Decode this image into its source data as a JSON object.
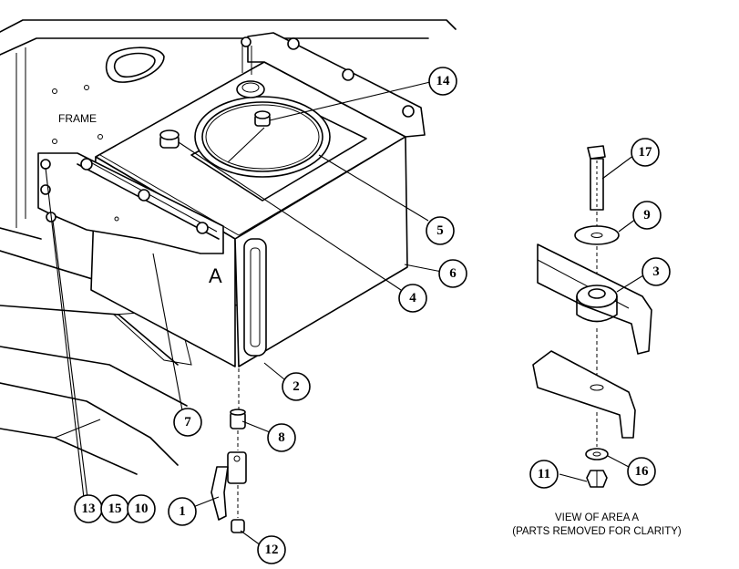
{
  "labels": {
    "frame": "FRAME",
    "area_marker": "A",
    "view_title": "VIEW OF AREA A",
    "view_note": "(PARTS REMOVED FOR CLARITY)"
  },
  "callouts": [
    {
      "id": "c14",
      "text": "14"
    },
    {
      "id": "c5",
      "text": "5"
    },
    {
      "id": "c6",
      "text": "6"
    },
    {
      "id": "c4",
      "text": "4"
    },
    {
      "id": "c2",
      "text": "2"
    },
    {
      "id": "c7",
      "text": "7"
    },
    {
      "id": "c8",
      "text": "8"
    },
    {
      "id": "c1",
      "text": "1"
    },
    {
      "id": "c12",
      "text": "12"
    },
    {
      "id": "c13",
      "text": "13"
    },
    {
      "id": "c15",
      "text": "15"
    },
    {
      "id": "c10",
      "text": "10"
    },
    {
      "id": "c17",
      "text": "17"
    },
    {
      "id": "c9",
      "text": "9"
    },
    {
      "id": "c3",
      "text": "3"
    },
    {
      "id": "c11",
      "text": "11"
    },
    {
      "id": "c16",
      "text": "16"
    }
  ]
}
